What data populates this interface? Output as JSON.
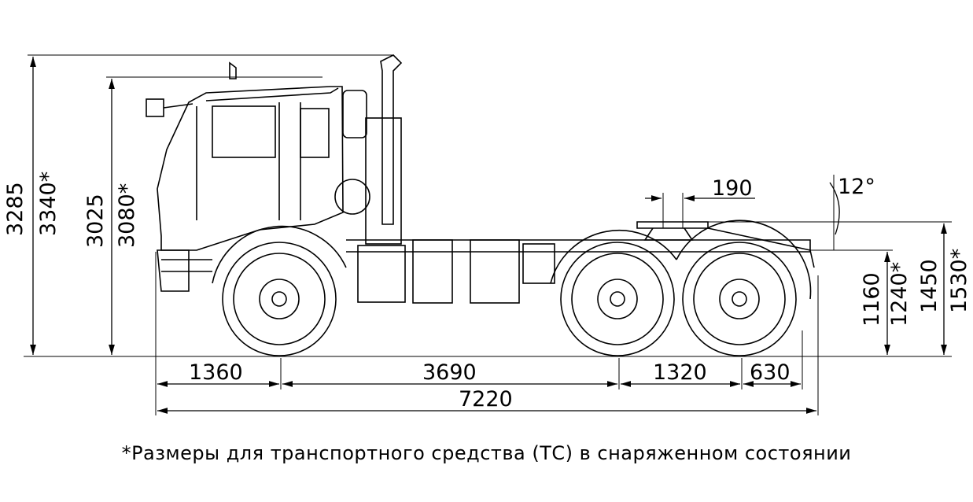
{
  "dimensions": {
    "height_total": "3285",
    "height_total_loaded": "3340*",
    "height_cab": "3025",
    "height_cab_loaded": "3080*",
    "fifth_wheel_height": "1160",
    "fifth_wheel_height_loaded": "1240*",
    "rear_height": "1450",
    "rear_height_loaded": "1530*",
    "fifth_wheel_offset": "190",
    "angle": "12°",
    "front_overhang": "1360",
    "wheelbase": "3690",
    "rear_axle_spacing": "1320",
    "rear_overhang": "630",
    "overall_length": "7220"
  },
  "caption": "*Размеры для транспортного средства (ТС) в снаряженном состоянии"
}
